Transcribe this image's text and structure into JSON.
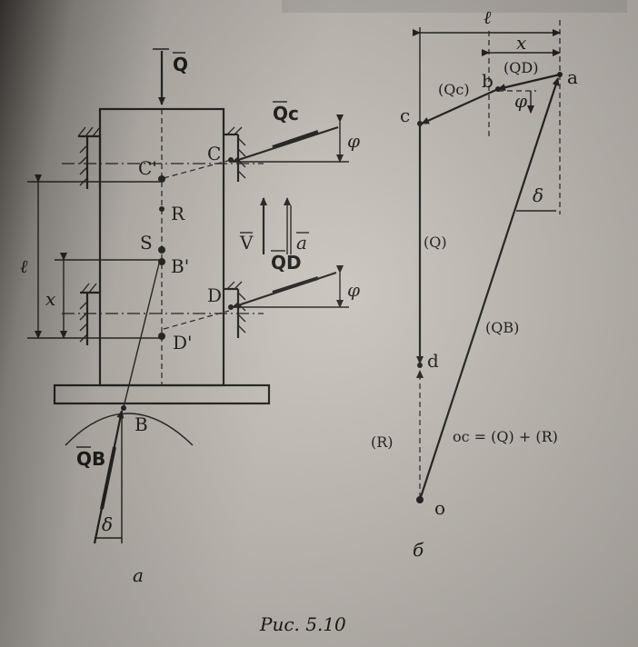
{
  "figure": {
    "caption": "Рис. 5.10",
    "panel_a_label": "а",
    "panel_b_label": "б"
  },
  "panel_a": {
    "force_Q": "Q",
    "force_Qc": "Qc",
    "force_Qd": "QD",
    "force_Qb": "QB",
    "point_C": "C",
    "point_C_prime": "C'",
    "point_D": "D",
    "point_D_prime": "D'",
    "point_B": "B",
    "point_B_prime": "B'",
    "point_R": "R",
    "point_S": "S",
    "velocity_v": "V",
    "accel_a": "a",
    "angle_phi_top": "φ",
    "angle_phi_mid": "φ",
    "angle_delta": "δ",
    "dim_l": "ℓ",
    "dim_x": "x"
  },
  "panel_b": {
    "dim_l": "ℓ",
    "dim_x": "x",
    "point_a": "a",
    "point_b": "b",
    "point_c": "c",
    "point_d": "d",
    "point_o": "o",
    "vec_Qc": "(Qc)",
    "vec_Qd": "(QD)",
    "vec_Q": "(Q)",
    "vec_R": "(R)",
    "vec_Qb": "(QB)",
    "angle_phi": "φ",
    "angle_delta": "δ",
    "equation": "oc = (Q) + (R)"
  },
  "colors": {
    "ink": "#1b1a19",
    "paper": "#c4bfb8"
  }
}
